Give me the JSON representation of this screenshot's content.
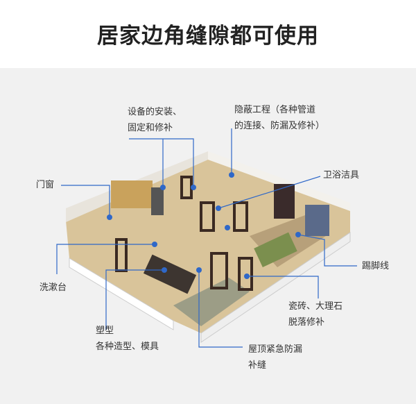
{
  "title": "居家边角缝隙都可使用",
  "accent_color": "#2f68c8",
  "labels": {
    "equipment": [
      "设备的安装、",
      "固定和修补"
    ],
    "concealed": [
      "隐蔽工程（各种管道",
      "的连接、防漏及修补）"
    ],
    "bathroom": "卫浴洁具",
    "doors_windows": "门窗",
    "washbasin": "洗漱台",
    "skirting": "踢脚线",
    "tiles": [
      "瓷砖、大理石",
      "脱落修补"
    ],
    "molding": [
      "塑型",
      "各种造型、模具"
    ],
    "roof": [
      "屋顶紧急防漏",
      "补缝"
    ]
  }
}
